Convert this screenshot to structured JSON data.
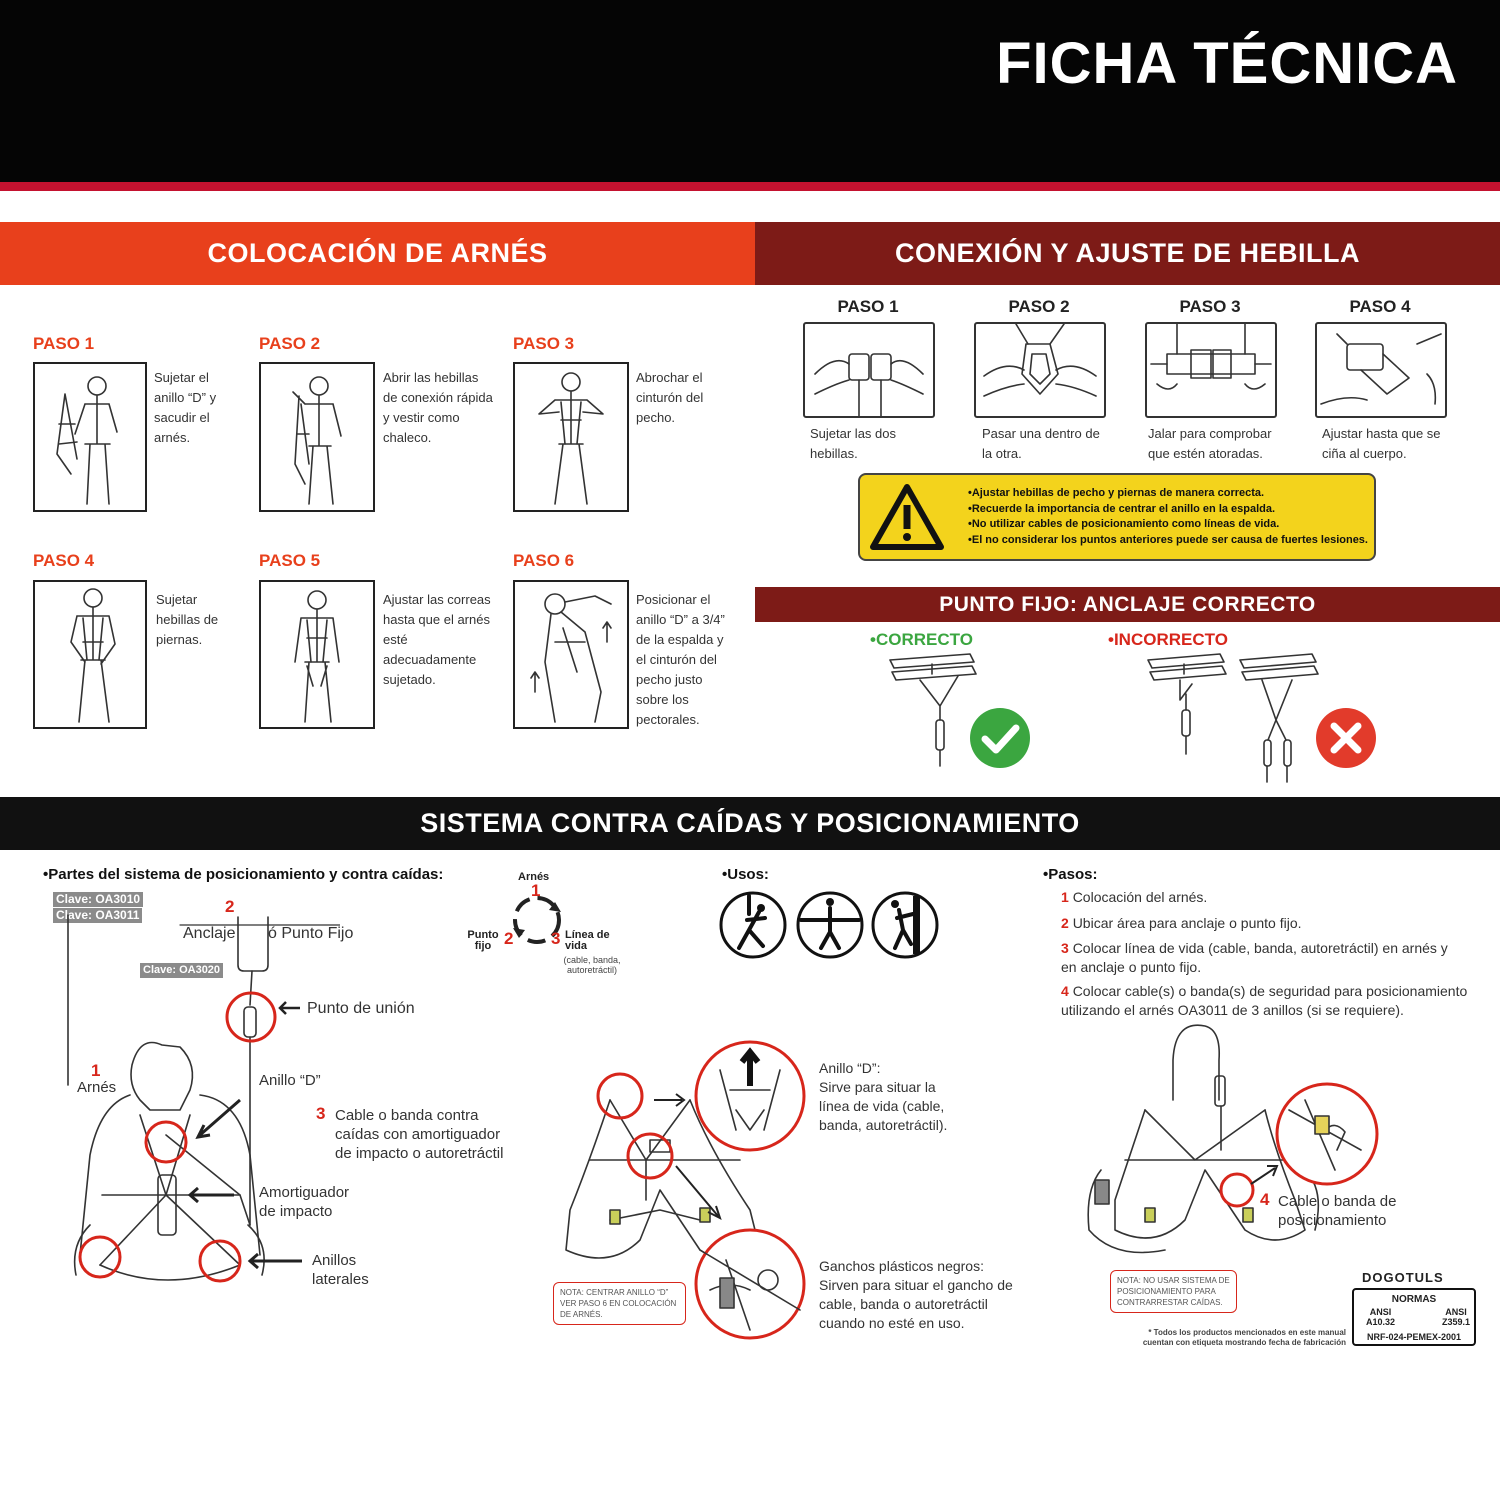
{
  "header": {
    "title": "FICHA TÉCNICA"
  },
  "colocacion": {
    "title": "COLOCACIÓN DE ARNÉS",
    "steps": [
      {
        "label": "PASO 1",
        "text": "Sujetar el anillo “D” y sacudir el arnés."
      },
      {
        "label": "PASO 2",
        "text": "Abrir las hebillas de conexión rápida y vestir como chaleco."
      },
      {
        "label": "PASO 3",
        "text": "Abrochar el cinturón del pecho."
      },
      {
        "label": "PASO 4",
        "text": "Sujetar hebillas de piernas."
      },
      {
        "label": "PASO 5",
        "text": "Ajustar las correas hasta que el arnés esté adecuadamente sujetado."
      },
      {
        "label": "PASO 6",
        "text": "Posicionar el anillo “D” a 3/4” de la espalda y el cinturón del pecho justo sobre los pectorales."
      }
    ]
  },
  "conexion": {
    "title": "CONEXIÓN Y AJUSTE DE HEBILLA",
    "steps": [
      {
        "label": "PASO 1",
        "text": "Sujetar las dos hebillas."
      },
      {
        "label": "PASO 2",
        "text": "Pasar una dentro de la otra."
      },
      {
        "label": "PASO 3",
        "text": "Jalar para comprobar que estén atoradas."
      },
      {
        "label": "PASO 4",
        "text": "Ajustar hasta que se ciña al cuerpo."
      }
    ],
    "warnings": [
      "•Ajustar hebillas de pecho y piernas de manera correcta.",
      "•Recuerde la importancia de centrar el anillo en la espalda.",
      "•No utilizar cables de posicionamiento como líneas de vida.",
      "•El no considerar los puntos anteriores puede ser causa de fuertes lesiones."
    ]
  },
  "punto_fijo": {
    "title": "PUNTO FIJO: ANCLAJE CORRECTO",
    "correct": "•CORRECTO",
    "incorrect": "•INCORRECTO"
  },
  "sistema": {
    "title": "SISTEMA CONTRA CAÍDAS Y POSICIONAMIENTO",
    "partes_head": "•Partes del sistema de posicionamiento y contra caídas:",
    "clave1": "Clave: OA3010",
    "clave2": "Clave: OA3011",
    "clave3": "Clave: OA3020",
    "anclaje": "Anclaje",
    "punto_fijo": "ó Punto Fijo",
    "punto_union": "Punto de unión",
    "arnes": "Arnés",
    "anillo_d": "Anillo “D”",
    "cable": "Cable o banda contra caídas con amortiguador de impacto o autoretráctil",
    "amortiguador": "Amortiguador de impacto",
    "anillos_laterales": "Anillos laterales",
    "n1": "1",
    "n2": "2",
    "n3": "3",
    "n4": "4",
    "cycle_arnes": "Arnés",
    "cycle_punto": "Punto fijo",
    "cycle_linea": "Línea de vida",
    "cycle_linea_sub": "(cable, banda, autoretráctil)",
    "usos_head": "•Usos:",
    "anillo_d_title": "Anillo “D”:",
    "anillo_d_desc": "Sirve para situar la línea de vida (cable, banda, autoretráctil).",
    "ganchos_title": "Ganchos plásticos negros:",
    "ganchos_desc": "Sirven para situar el gancho de cable, banda o autoretráctil cuando no esté en uso.",
    "nota1": "NOTA: CENTRAR ANILLO “D” VER PASO 6 EN COLOCACIÓN DE ARNÉS.",
    "pasos_head": "•Pasos:",
    "pasos": [
      "Colocación del arnés.",
      "Ubicar área para anclaje o punto fijo.",
      "Colocar línea de vida (cable, banda, autoretráctil) en arnés y en anclaje o punto fijo.",
      "Colocar cable(s) o banda(s) de seguridad para posicionamiento utilizando el arnés OA3011 de 3 anillos (si se requiere)."
    ],
    "cable_pos": "Cable o banda de posicionamiento",
    "nota2": "NOTA: NO USAR SISTEMA DE POSICIONAMIENTO PARA CONTRARRESTAR CAÍDAS.",
    "brand": "DOGOTULS",
    "normas_head": "NORMAS",
    "norma1a": "ANSI",
    "norma1b": "A10.32",
    "norma2a": "ANSI",
    "norma2b": "Z359.1",
    "norma3": "NRF-024-PEMEX-2001",
    "footnote": "* Todos los productos mencionados en este manual cuentan con etiqueta mostrando fecha de fabricación"
  },
  "colors": {
    "orange": "#e8401c",
    "maroon": "#7d1b17",
    "red": "#d7261b",
    "green": "#3ba640",
    "yellow": "#f3d31c"
  }
}
